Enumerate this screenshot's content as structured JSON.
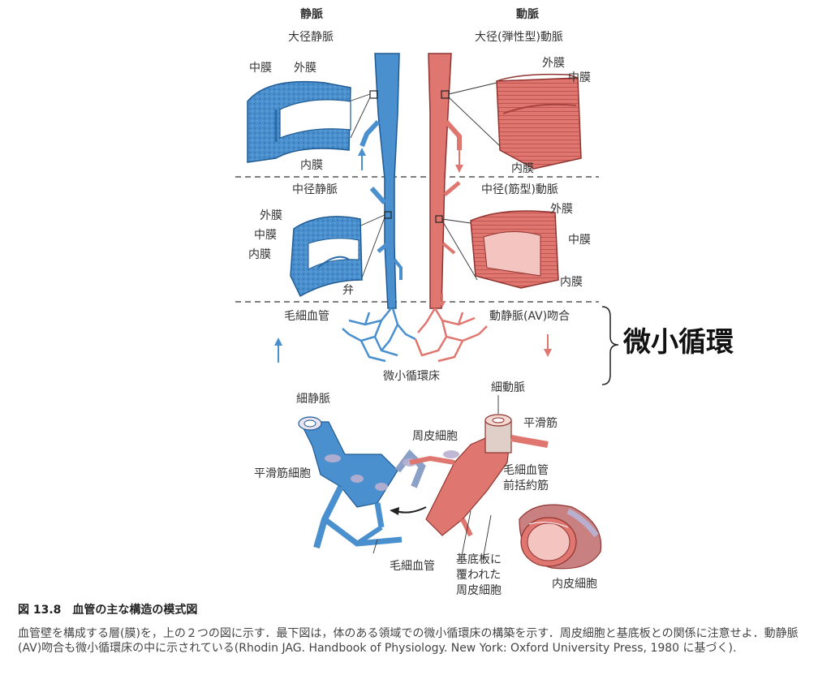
{
  "labels": {
    "vein_title": "静脈",
    "artery_title": "動脈",
    "large_vein": "大径静脈",
    "large_artery": "大径(弾性型)動脈",
    "mid_vein": "中径静脈",
    "mid_artery": "中径(筋型)動脈",
    "media_1": "中膜",
    "adventitia_1": "外膜",
    "intima_1": "内膜",
    "adventitia_2": "外膜",
    "media_2": "中膜",
    "intima_2": "内膜",
    "adventitia_3": "外膜",
    "media_3": "中膜",
    "intima_3": "内膜",
    "valve": "弁",
    "adventitia_4": "外膜",
    "media_4": "中膜",
    "intima_4": "内膜",
    "capillary_1": "毛細血管",
    "av_anastomosis": "動静脈(AV)吻合",
    "microcirc_bed": "微小循環床",
    "microcirculation": "微小循環",
    "venule": "細静脈",
    "arteriole": "細動脈",
    "smooth_muscle": "平滑筋",
    "pericyte": "周皮細胞",
    "smooth_muscle_cell": "平滑筋細胞",
    "precapillary_1": "毛細血管",
    "precapillary_2": "前括約筋",
    "capillary_2": "毛細血管",
    "basal_1": "基底板に",
    "basal_2": "覆われた",
    "basal_3": "周皮細胞",
    "endothelial": "内皮細胞"
  },
  "caption": {
    "title": "図 13.8　血管の主な構造の模式図",
    "text": "血管壁を構成する層(膜)を，上の２つの図に示す．最下図は，体のある領域での微小循環床の構築を示す．周皮細胞と基底板との関係に注意せよ．動静脈(AV)吻合も微小循環床の中に示されている(Rhodin JAG. Handbook of Physiology. New York: Oxford University Press, 1980 に基づく)."
  },
  "colors": {
    "vein": "#4a90cf",
    "vein_dark": "#2a6aa8",
    "artery": "#e07670",
    "artery_dark": "#b84c48",
    "pericyte": "#b9b0d0",
    "text": "#333333"
  }
}
